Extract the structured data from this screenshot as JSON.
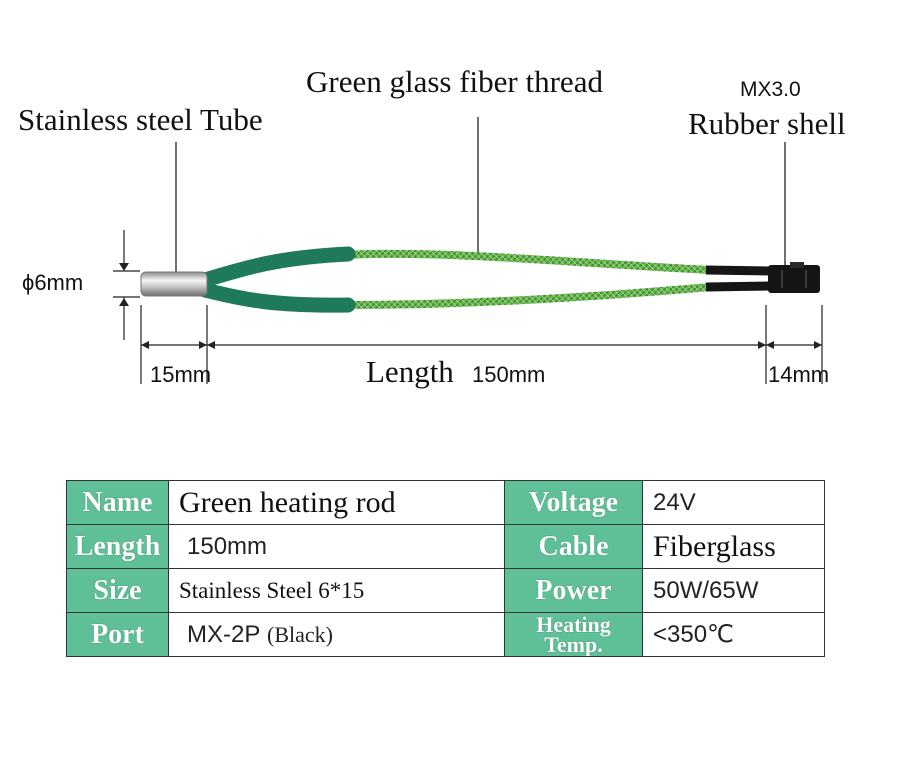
{
  "callouts": {
    "tube": "Stainless steel Tube",
    "thread": "Green glass fiber thread",
    "connector_model": "MX3.0",
    "connector": "Rubber shell"
  },
  "dimensions": {
    "diameter": "ϕ6mm",
    "tube_length": "15mm",
    "length_label": "Length",
    "length_value": "150mm",
    "connector_length": "14mm"
  },
  "colors": {
    "sleeve": "#1f7a5a",
    "thread": "#5fae4a",
    "table_header": "#5fbf97",
    "connector": "#151515"
  },
  "specs": {
    "rows": [
      {
        "k1": "Name",
        "v1": "Green heating rod",
        "k2": "Voltage",
        "v2": "24V"
      },
      {
        "k1": "Length",
        "v1": "150mm",
        "k2": "Cable",
        "v2": "Fiberglass"
      },
      {
        "k1": "Size",
        "v1": "Stainless Steel 6*15",
        "k2": "Power",
        "v2": "50W/65W"
      },
      {
        "k1": "Port",
        "v1": "MX-2P",
        "v1b": "(Black)",
        "k2": "Heating\nTemp.",
        "v2": "<350℃"
      }
    ]
  }
}
